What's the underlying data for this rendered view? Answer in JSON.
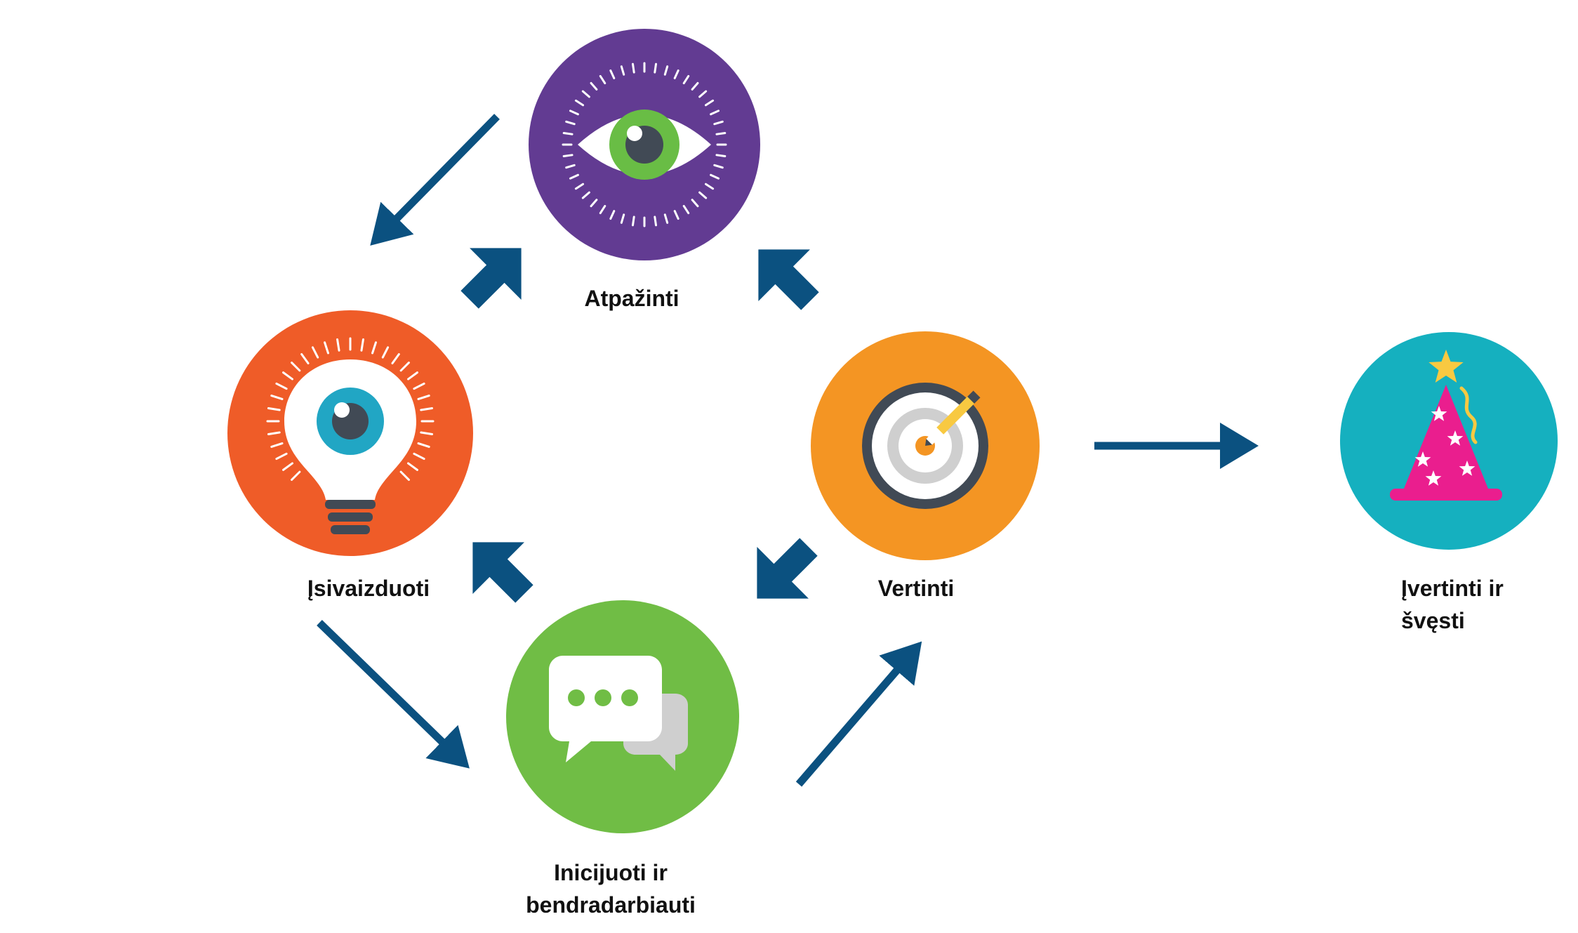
{
  "colors": {
    "arrow": "#0b5180",
    "recognize_bg": "#623b92",
    "imagine_bg": "#ef5c28",
    "initiate_bg": "#70bd45",
    "evaluate_bg": "#f49523",
    "celebrate_bg": "#15b0bf",
    "eye_iris": "#69bd45",
    "bulb_iris": "#21a6c4",
    "hat_pink": "#ea1e8e",
    "star_gold": "#f8c941",
    "dark_gray": "#414a55",
    "light_gray": "#cfcfcf"
  },
  "nodes": {
    "recognize": {
      "label": "Atpažinti",
      "icon": "eye-icon"
    },
    "imagine": {
      "label": "Įsivaizduoti",
      "icon": "lightbulb-icon"
    },
    "initiate": {
      "label_lines": [
        "Inicijuoti ir",
        "bendradarbiauti"
      ],
      "icon": "chat-bubbles-icon"
    },
    "evaluate": {
      "label": "Vertinti",
      "icon": "target-pencil-icon"
    },
    "celebrate": {
      "label_lines": [
        "Įvertinti ir",
        "švęsti"
      ],
      "icon": "party-hat-icon"
    }
  },
  "edges": [
    {
      "from": "recognize",
      "to": "imagine",
      "style": "thin"
    },
    {
      "from": "imagine",
      "to": "initiate",
      "style": "thin"
    },
    {
      "from": "initiate",
      "to": "evaluate",
      "style": "thin"
    },
    {
      "from": "evaluate",
      "to": "celebrate",
      "style": "thin"
    },
    {
      "from": "imagine",
      "to": "recognize",
      "style": "block"
    },
    {
      "from": "evaluate",
      "to": "recognize",
      "style": "block"
    },
    {
      "from": "initiate",
      "to": "imagine",
      "style": "block"
    },
    {
      "from": "evaluate",
      "to": "initiate",
      "style": "block"
    }
  ]
}
